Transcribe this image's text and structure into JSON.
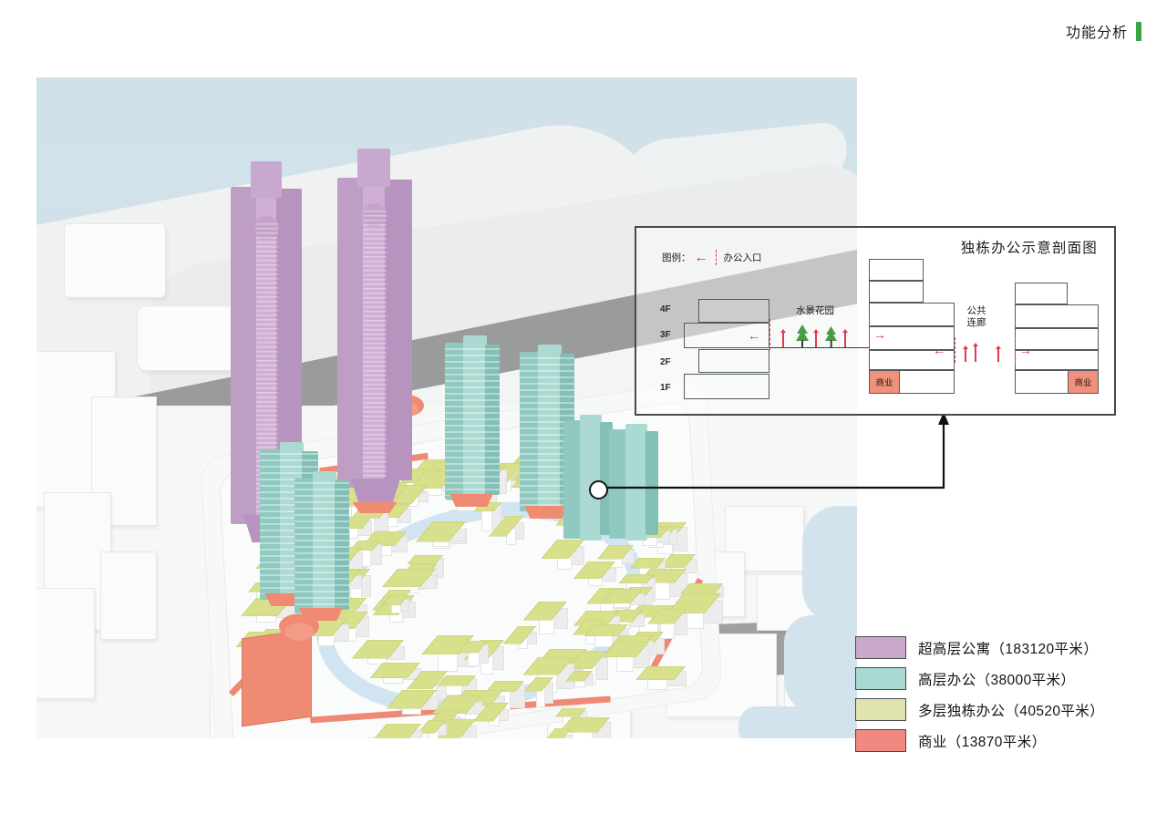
{
  "header": {
    "title": "功能分析",
    "accent_color": "#3fa34d"
  },
  "render": {
    "description": "鸟瞰效果图 - 城市设计功能分区",
    "colors": {
      "water": "#cfe0e9",
      "road": "#9a9c9c",
      "ground": "#f4f5f5",
      "context_building": "#fbfbfb"
    }
  },
  "inset": {
    "title": "独栋办公示意剖面图",
    "legend_prefix": "图例：",
    "legend_label": "办公入口",
    "floors": [
      "4F",
      "3F",
      "2F",
      "1F"
    ],
    "garden_label": "水景花园",
    "corridor_label": "公共\n连廊",
    "corridor_line1": "公共",
    "corridor_line2": "连廊",
    "retail_label_left": "商业",
    "retail_label_right": "商业",
    "arrow_left": "←",
    "arrow_right": "→",
    "retail_color": "#f0917c",
    "arrow_color": "#d8344a",
    "border_color": "#4a4a4a"
  },
  "legend": {
    "items": [
      {
        "label": "超高层公寓（183120平米）",
        "color": "#c9a8cc"
      },
      {
        "label": "高层办公（38000平米）",
        "color": "#a8d8d0"
      },
      {
        "label": "多层独栋办公（40520平米）",
        "color": "#e0e4b0"
      },
      {
        "label": "商业（13870平米）",
        "color": "#f0897f"
      }
    ]
  },
  "callout": {
    "marker": "detail-marker",
    "description": "指向剖面图的引线"
  }
}
